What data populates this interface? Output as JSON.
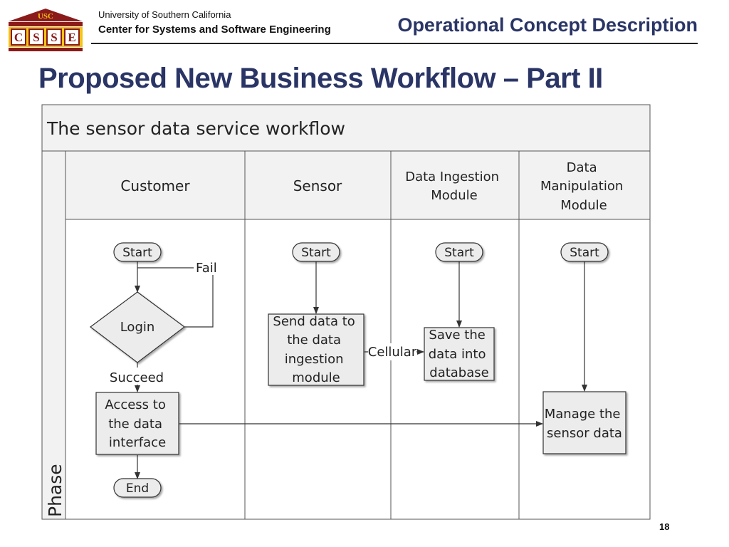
{
  "header": {
    "logo": {
      "text": "USC",
      "letters": [
        "C",
        "S",
        "S",
        "E"
      ]
    },
    "university": "University of Southern California",
    "center": "Center for Systems and Software Engineering",
    "section": "Operational Concept Description"
  },
  "slide": {
    "title": "Proposed New Business Workflow – Part II",
    "page_number": "18"
  },
  "diagram": {
    "title": "The sensor data service workflow",
    "phase_label": "Phase",
    "lanes": [
      {
        "lines": [
          "Customer"
        ]
      },
      {
        "lines": [
          "Sensor"
        ]
      },
      {
        "lines": [
          "Data Ingestion",
          "Module"
        ]
      },
      {
        "lines": [
          "Data",
          "Manipulation",
          "Module"
        ]
      }
    ],
    "nodes": {
      "customer_start": "Start",
      "login": "Login",
      "access": [
        "Access to",
        "the data",
        "interface"
      ],
      "customer_end": "End",
      "sensor_start": "Start",
      "send": [
        "Send data to",
        "the data",
        "ingestion",
        "module"
      ],
      "ingestion_start": "Start",
      "save": [
        "Save the",
        "data into",
        "database"
      ],
      "manip_start": "Start",
      "manage": [
        "Manage the",
        "sensor data"
      ]
    },
    "edge_labels": {
      "fail": "Fail",
      "succeed": "Succeed",
      "cellular": "Cellular"
    }
  },
  "colors": {
    "title_blue": "#2a3566",
    "logo_maroon": "#8b1a1a",
    "logo_gold": "#f3c316",
    "box_fill": "#ececec",
    "header_fill": "#f2f2f2"
  }
}
